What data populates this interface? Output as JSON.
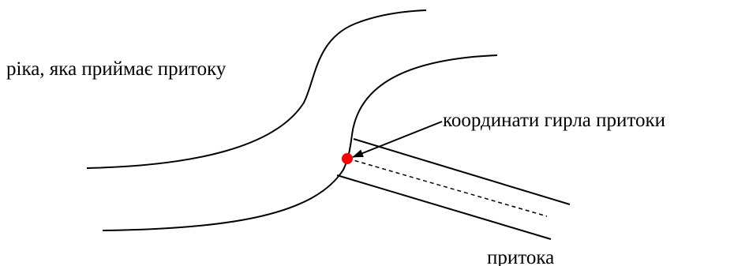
{
  "labels": {
    "main_river": "ріка, яка приймає притоку",
    "mouth_coordinates": "координати гирла притоки",
    "tributary": "притока"
  },
  "colors": {
    "line": "#000000",
    "mouth_point": "#ff0000",
    "background": "#ffffff"
  }
}
